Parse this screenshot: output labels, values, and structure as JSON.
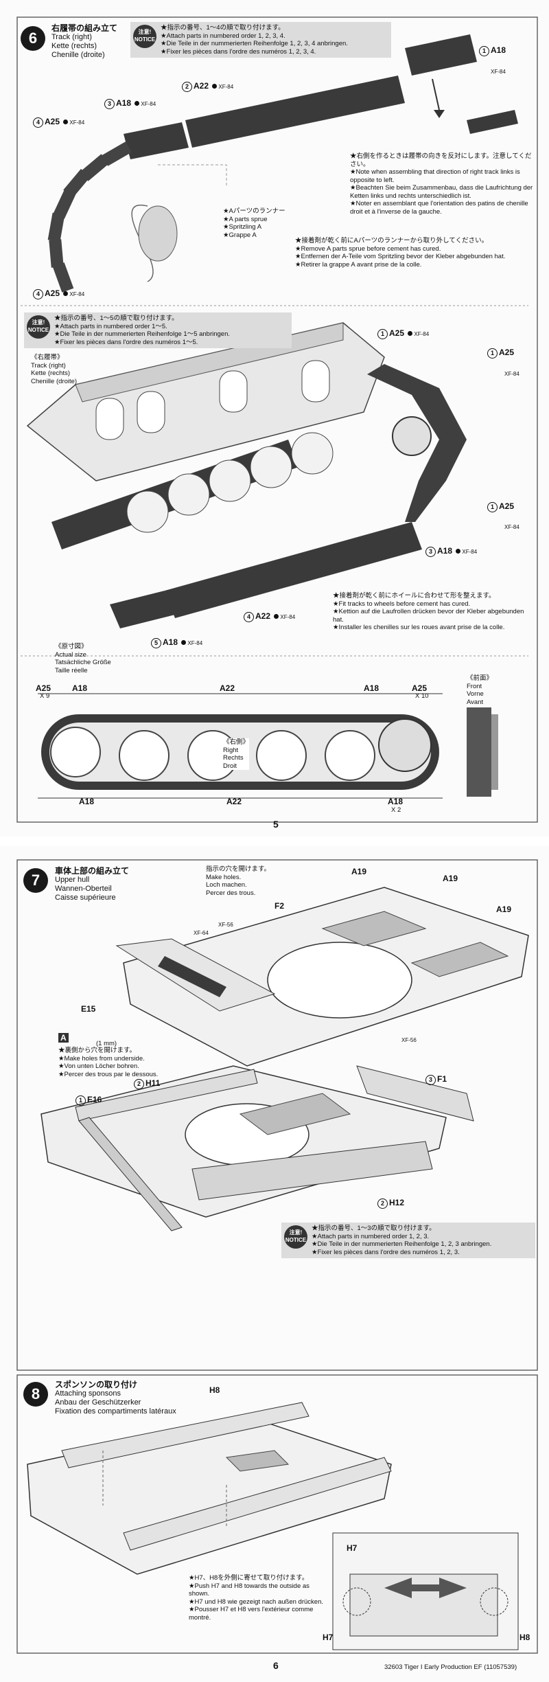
{
  "step6": {
    "number": "6",
    "title_jp": "右履帯の組み立て",
    "title_en": "Track (right)",
    "title_de": "Kette (rechts)",
    "title_fr": "Chenille (droite)",
    "notice_badge": "注意! NOTICE",
    "notice_lines": [
      "★指示の番号、1～4の順で取り付けます。",
      "★Attach parts in numbered order 1, 2, 3, 4.",
      "★Die Teile in der nummerierten Reihenfolge 1, 2, 3, 4 anbringen.",
      "★Fixer les pièces dans l'ordre des numéros 1, 2, 3, 4."
    ],
    "labels": {
      "a18_top": "A18",
      "a18_top_paint": "XF-84",
      "a22": "A22",
      "a22_paint": "XF-84",
      "a18_mid": "A18",
      "a18_mid_paint": "XF-84",
      "a25_upper": "A25",
      "a25_upper_paint": "XF-84",
      "a25_lower": "A25",
      "a25_lower_paint": "XF-84",
      "n1": "1",
      "n2": "2",
      "n3": "3",
      "n4a": "4",
      "n4b": "4"
    },
    "direction_note": [
      "★右側を作るときは履帯の向きを反対にします。注意してください。",
      "★Note when assembling that direction of right track links is opposite to left.",
      "★Beachten Sie beim Zusammenbau, dass die Laufrichtung der Ketten links und rechts unterschiedlich ist.",
      "★Noter en assemblant que l'orientation des patins de chenille droit et à l'inverse de la gauche."
    ],
    "sprue_note": [
      "★Aパーツのランナー",
      "★A parts sprue",
      "★Spritzling A",
      "★Grappe A"
    ],
    "cement_note": [
      "★接着剤が乾く前にAパーツのランナーから取り外してください。",
      "★Remove A parts sprue before cement has cured.",
      "★Entfernen der A-Teile vom Spritzling bevor der Kleber abgebunden hat.",
      "★Retirer la grappe A avant prise de la colle."
    ]
  },
  "step6b": {
    "notice_badge": "注意! NOTICE",
    "notice_lines": [
      "★指示の番号、1～5の順で取り付けます。",
      "★Attach parts in numbered order 1～5.",
      "★Die Teile in der nummerierten Reihenfolge 1～5 anbringen.",
      "★Fixer les pièces dans l'ordre des numéros 1～5."
    ],
    "track_label": [
      "《右履帯》",
      "Track (right)",
      "Kette (rechts)",
      "Chenille (droite)"
    ],
    "labels": {
      "a25_1": "A25",
      "a25_1_paint": "XF-84",
      "a25_2": "A25",
      "a25_2_paint": "XF-84",
      "a25_3": "A25",
      "a25_3_paint": "XF-84",
      "a18_3": "A18",
      "a18_3_paint": "XF-84",
      "a22_4": "A22",
      "a22_4_paint": "XF-84",
      "a18_5": "A18",
      "a18_5_paint": "XF-84"
    },
    "wheel_note": [
      "★接着剤が乾く前にホイールに合わせて形を整えます。",
      "★Fit tracks to wheels before cement has cured.",
      "★Kettion auf die Laufrollen drücken bevor der Kleber abgebunden hat.",
      "★Installer les chenilles sur les roues avant prise de la colle."
    ]
  },
  "actual_size": {
    "labels": [
      "《原寸図》",
      "Actual size",
      "Tatsächliche Größe",
      "Taille réelle"
    ],
    "top": [
      "A25",
      "A18",
      "A22",
      "A18",
      "A25"
    ],
    "top_x9": "X 9",
    "top_x10": "X 10",
    "bottom": [
      "A18",
      "A22",
      "A18"
    ],
    "bottom_x2": "X 2",
    "inner": [
      "《右側》",
      "Right",
      "Rechts",
      "Droit"
    ],
    "front": [
      "《前面》",
      "Front",
      "Vorne",
      "Avant"
    ]
  },
  "page5": "5",
  "step7": {
    "number": "7",
    "title_jp": "車体上部の組み立て",
    "title_en": "Upper hull",
    "title_de": "Wannen-Oberteil",
    "title_fr": "Caisse supérieure",
    "holes_note": [
      "指示の穴を開けます。",
      "Make holes.",
      "Loch machen.",
      "Percer des trous."
    ],
    "parts": {
      "a19a": "A19",
      "a19b": "A19",
      "a19c": "A19",
      "f2": "F2",
      "xf56a": "XF-56",
      "xf64": "XF-64",
      "xf56b": "XF-56",
      "e15": "E15",
      "h11": "H11",
      "e16": "E16",
      "f1": "F1",
      "h12": "H12",
      "n1": "1",
      "n2": "2",
      "n3": "3",
      "n2b": "2"
    },
    "drill_label": "A",
    "drill_size": "(1 mm)",
    "under_note": [
      "★裏側から穴を開けます。",
      "★Make holes from underside.",
      "★Von unten Löcher bohren.",
      "★Percer des trous par le dessous."
    ],
    "notice_badge": "注意! NOTICE",
    "notice_lines": [
      "★指示の番号、1～3の順で取り付けます。",
      "★Attach parts in numbered order 1, 2, 3.",
      "★Die Teile in der nummerierten Reihenfolge 1, 2, 3 anbringen.",
      "★Fixer les pièces dans l'ordre des numéros 1, 2, 3."
    ]
  },
  "step8": {
    "number": "8",
    "title_jp": "スポンソンの取り付け",
    "title_en": "Attaching sponsons",
    "title_de": "Anbau der Geschützerker",
    "title_fr": "Fixation des compartiments latéraux",
    "parts": {
      "h8": "H8",
      "h7": "H7",
      "h7b": "H7",
      "h8b": "H8"
    },
    "push_note": [
      "★H7、H8を外側に寄せて取り付けます。",
      "★Push H7 and H8 towards the outside as shown.",
      "★H7 und H8 wie gezeigt nach außen drücken.",
      "★Pousser H7 et H8 vers l'extérieur comme montré."
    ]
  },
  "page6": "6",
  "footer": "32603  Tiger I Early Production EF (11057539)"
}
